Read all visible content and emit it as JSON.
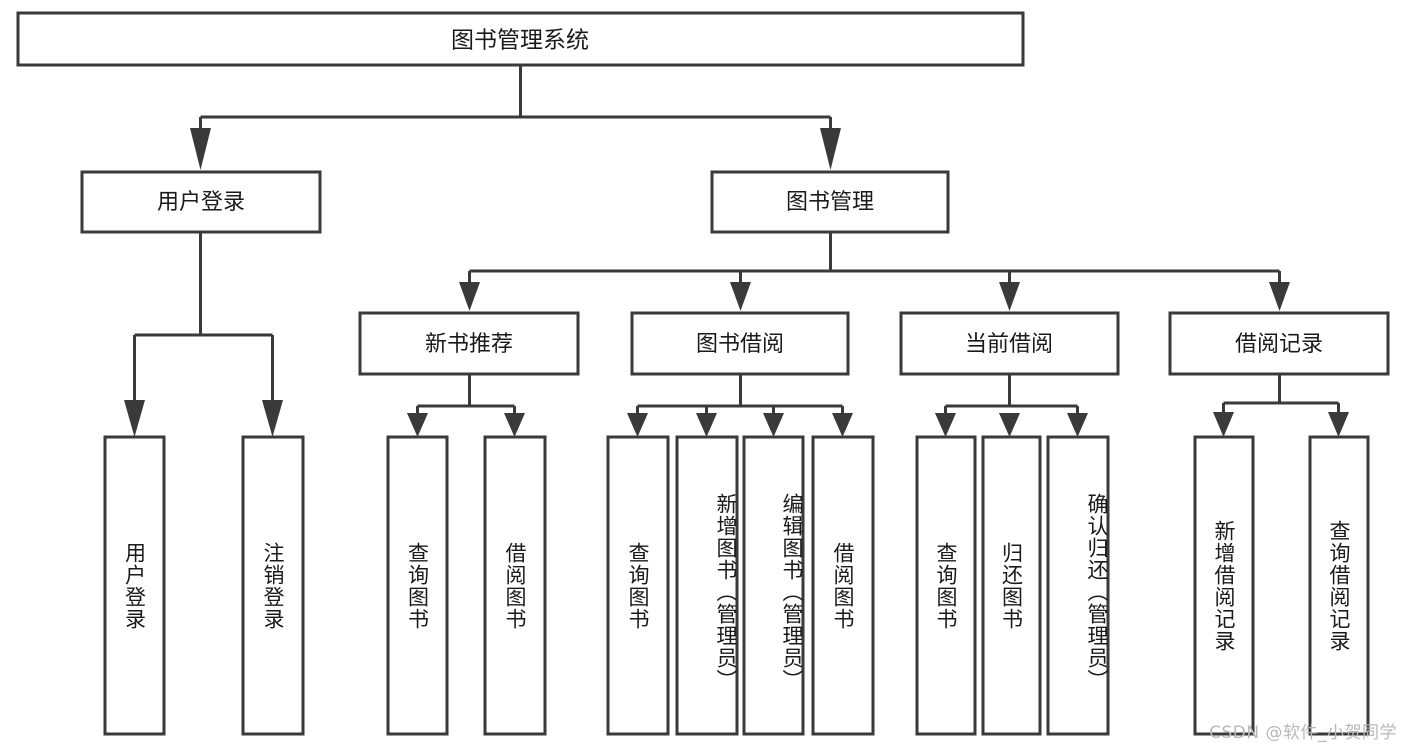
{
  "diagram": {
    "type": "tree",
    "title": "图书管理系统",
    "orientation": "top-down",
    "colors": {
      "background": "#ffffff",
      "box_fill": "#ffffff",
      "box_stroke": "#3a3a3a",
      "text": "#1a1a1a",
      "watermark": "#b8b8b8"
    },
    "root": {
      "label": "图书管理系统"
    },
    "level1": [
      {
        "id": "user-login",
        "label": "用户登录"
      },
      {
        "id": "book-manage",
        "label": "图书管理"
      }
    ],
    "level2": [
      {
        "id": "new-book-recommend",
        "label": "新书推荐",
        "parent": "book-manage"
      },
      {
        "id": "book-borrow",
        "label": "图书借阅",
        "parent": "book-manage"
      },
      {
        "id": "current-borrow",
        "label": "当前借阅",
        "parent": "book-manage"
      },
      {
        "id": "borrow-record",
        "label": "借阅记录",
        "parent": "book-manage"
      }
    ],
    "leaves": {
      "user-login": [
        {
          "id": "leaf-user-login",
          "label": "用户登录"
        },
        {
          "id": "leaf-user-logout",
          "label": "注销登录"
        }
      ],
      "new-book-recommend": [
        {
          "id": "leaf-query-book-1",
          "label": "查询图书"
        },
        {
          "id": "leaf-borrow-book-1",
          "label": "借阅图书"
        }
      ],
      "book-borrow": [
        {
          "id": "leaf-query-book-2",
          "label": "查询图书"
        },
        {
          "id": "leaf-add-book",
          "label": "新增图书（管理员）"
        },
        {
          "id": "leaf-edit-book",
          "label": "编辑图书（管理员）"
        },
        {
          "id": "leaf-borrow-book-2",
          "label": "借阅图书"
        }
      ],
      "current-borrow": [
        {
          "id": "leaf-query-book-3",
          "label": "查询图书"
        },
        {
          "id": "leaf-return-book",
          "label": "归还图书"
        },
        {
          "id": "leaf-confirm-return",
          "label": "确认归还（管理员）"
        }
      ],
      "borrow-record": [
        {
          "id": "leaf-add-record",
          "label": "新增借阅记录"
        },
        {
          "id": "leaf-query-record",
          "label": "查询借阅记录"
        }
      ]
    }
  },
  "watermark": {
    "text": "CSDN @软件_小贺同学"
  }
}
